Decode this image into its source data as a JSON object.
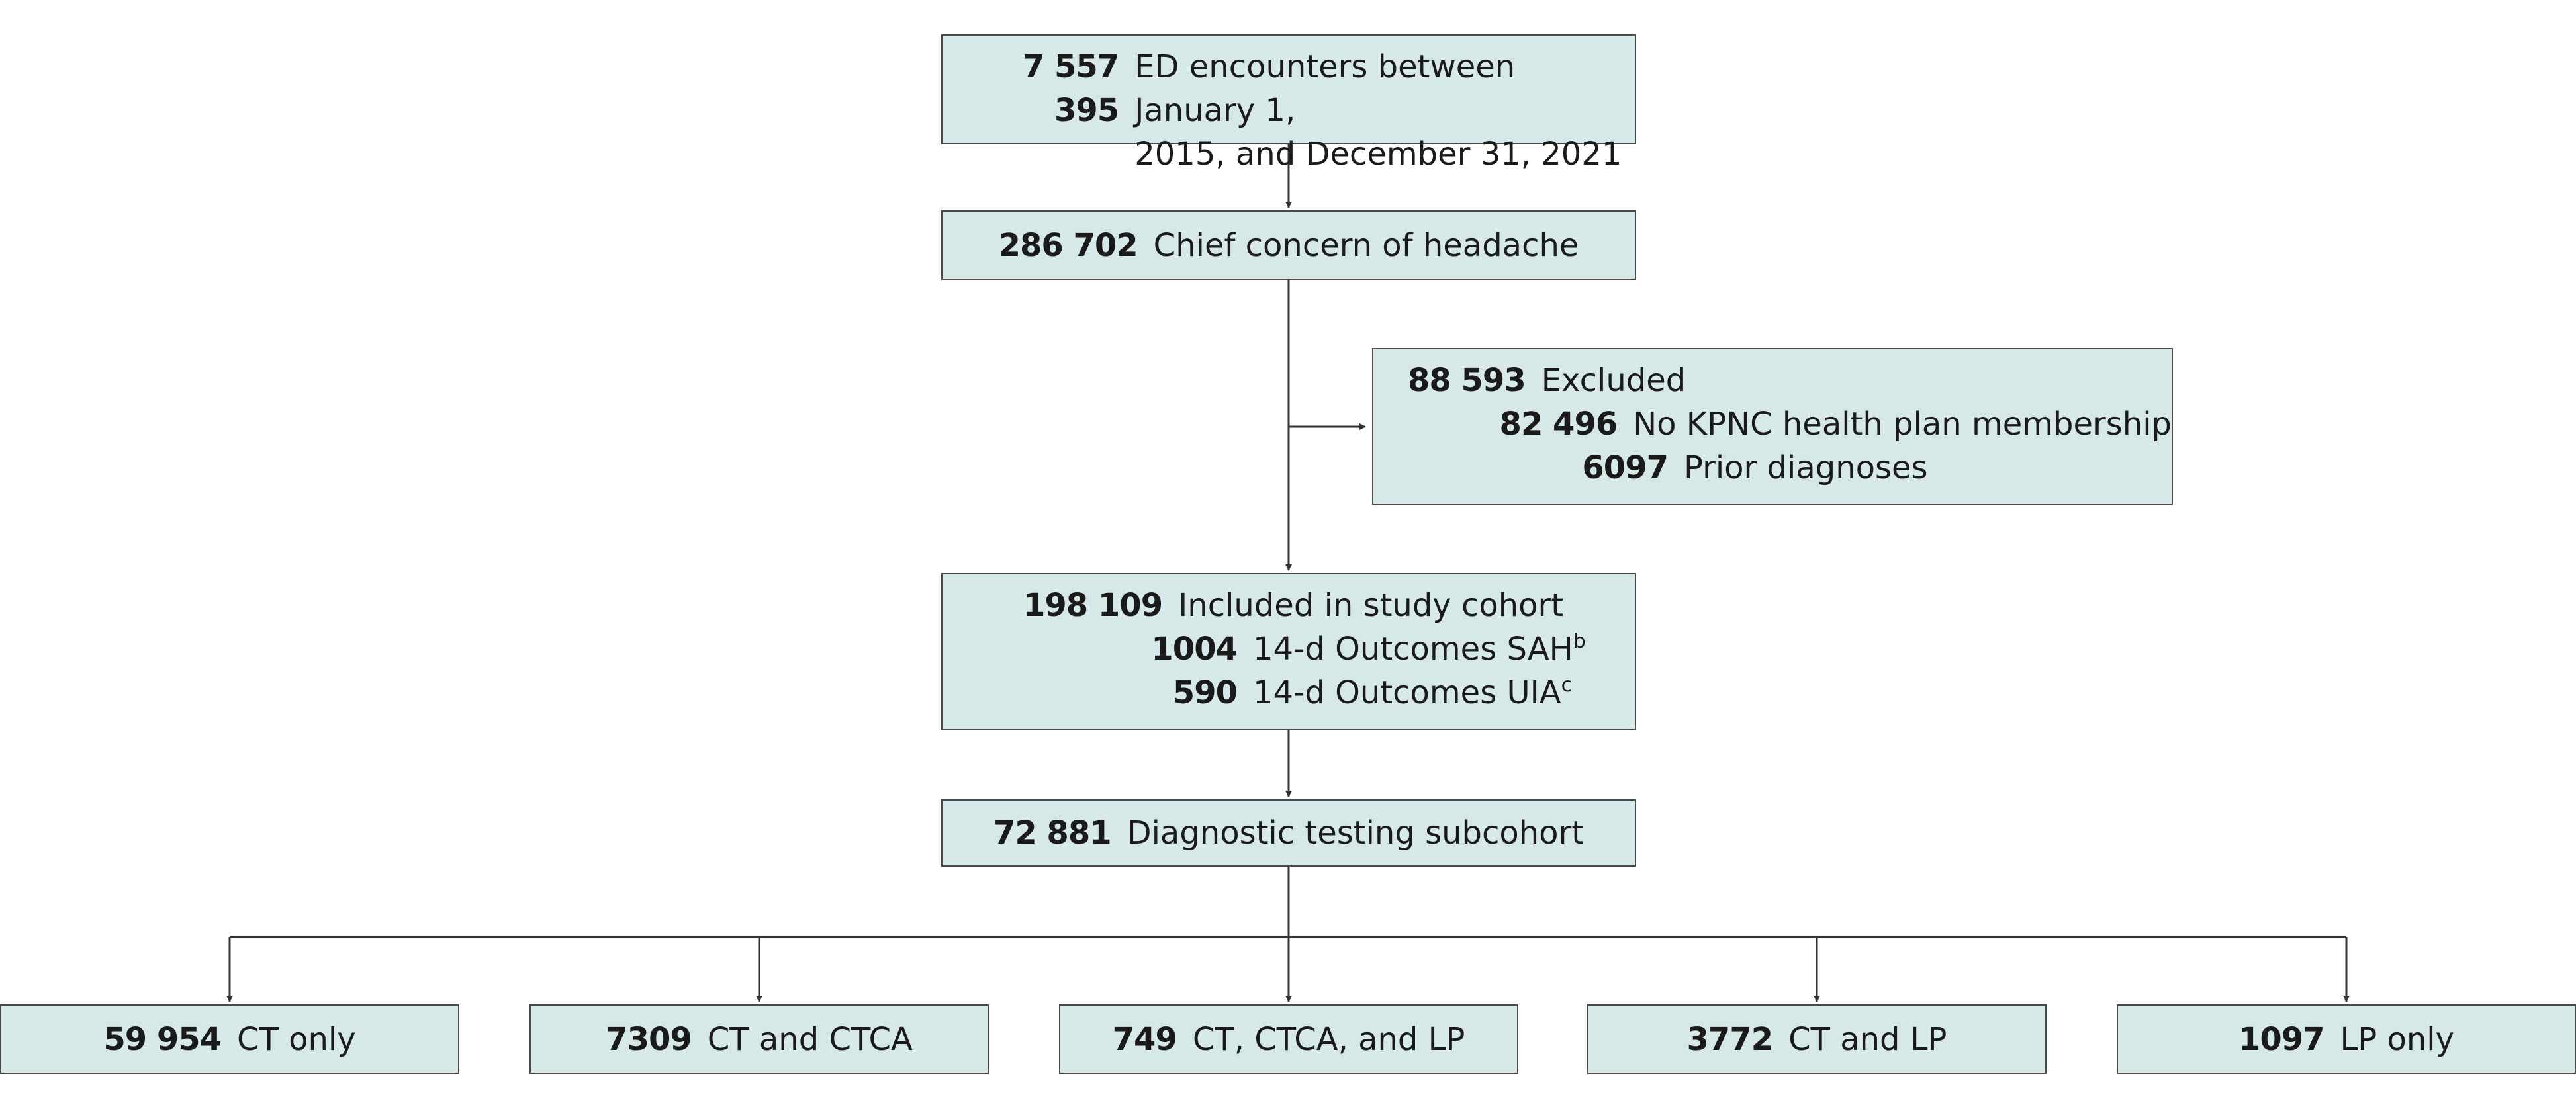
{
  "top": {
    "count": "7 557 395",
    "label_line1": "ED encounters between January 1,",
    "label_line2": "2015, and December 31, 2021"
  },
  "headache": {
    "count": "286 702",
    "label": "Chief concern of headache"
  },
  "excluded": {
    "count": "88 593",
    "label": "Excluded",
    "items": [
      {
        "count": "82 496",
        "label": "No KPNC health plan membership"
      },
      {
        "count": "6097",
        "label": "Prior diagnoses"
      }
    ]
  },
  "cohort": {
    "count": "198 109",
    "label": "Included in study cohort",
    "items": [
      {
        "count": "1004",
        "label": "14-d Outcomes SAH",
        "sup": "b"
      },
      {
        "count": "590",
        "label": "14-d Outcomes UIA",
        "sup": "c"
      }
    ]
  },
  "subcohort": {
    "count": "72 881",
    "label": "Diagnostic testing subcohort"
  },
  "groups": [
    {
      "count": "59 954",
      "label": "CT only"
    },
    {
      "count": "7309",
      "label": "CT and CTCA"
    },
    {
      "count": "749",
      "label": "CT, CTCA, and LP"
    },
    {
      "count": "3772",
      "label": "CT and LP"
    },
    {
      "count": "1097",
      "label": "LP only"
    }
  ],
  "colors": {
    "box_fill": "#d6e8e8",
    "box_border": "#4a4a4a",
    "arrow": "#333333"
  }
}
